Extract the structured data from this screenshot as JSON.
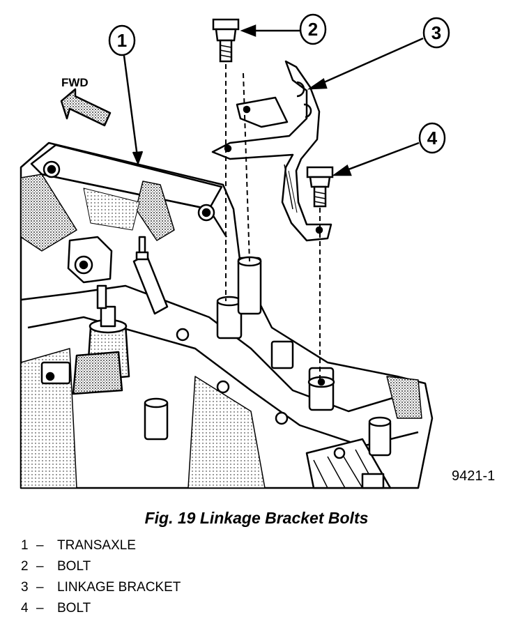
{
  "figure": {
    "caption": "Fig. 19 Linkage Bracket Bolts",
    "figure_id": "9421-1",
    "direction_label": "FWD"
  },
  "callouts": [
    {
      "number": "1",
      "label": "TRANSAXLE"
    },
    {
      "number": "2",
      "label": "BOLT"
    },
    {
      "number": "3",
      "label": "LINKAGE BRACKET"
    },
    {
      "number": "4",
      "label": "BOLT"
    }
  ],
  "legend_separator": "–"
}
